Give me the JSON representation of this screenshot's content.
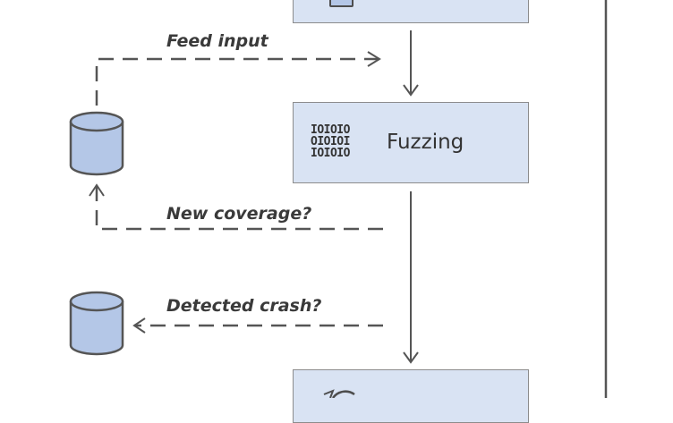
{
  "nodes": {
    "fuzzing": {
      "title": "Fuzzing",
      "binary_lines": [
        "IOIOIO",
        "OIOIOI",
        "IOIOIO"
      ],
      "fill_color": "#d9e3f3"
    }
  },
  "edges": {
    "feed_input": "Feed input",
    "new_coverage": "New coverage?",
    "detected_crash": "Detected crash?"
  },
  "colors": {
    "box_fill": "#d9e3f3",
    "box_border": "#8c8c8c",
    "line": "#555555",
    "cylinder_fill": "#b4c7e7"
  },
  "icons": [
    "document-icon",
    "binary-icon",
    "database-icon",
    "refresh-icon"
  ]
}
